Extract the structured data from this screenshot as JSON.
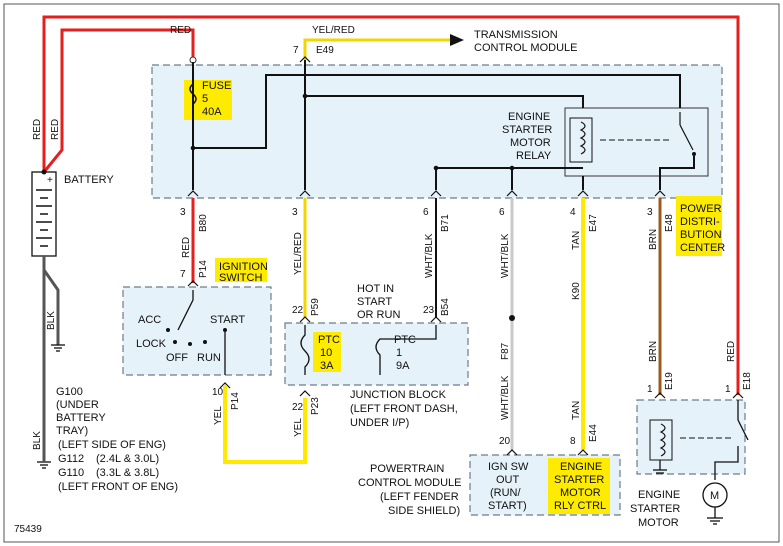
{
  "wires": {
    "red_top": "RED",
    "red_left_a": "RED",
    "red_left_b": "RED",
    "yel_red_top": "YEL/RED",
    "red_p14": "RED",
    "yel_red_p59": "YEL/RED",
    "wht_blk_b71": "WHT/BLK",
    "wht_blk_gray": "WHT/BLK",
    "tan_e47": "TAN",
    "brn_e48": "BRN",
    "blk_battery": "BLK",
    "blk_ground": "BLK",
    "yel_p14": "YEL",
    "yel_p23": "YEL",
    "wht_blk_f87": "WHT/BLK",
    "tan_e44": "TAN",
    "brn_e19": "BRN",
    "red_e18": "RED"
  },
  "connectors": {
    "e49_pin": "7",
    "e49": "E49",
    "b80_pin": "3",
    "b80": "B80",
    "p59top_pin": "3",
    "b71_pin": "6",
    "b71": "B71",
    "gray_pin": "6",
    "e47_pin": "4",
    "e47": "E47",
    "e48_pin": "3",
    "e48": "E48",
    "p14_pin": "7",
    "p14": "P14",
    "p59_pin": "22",
    "p59": "P59",
    "b54_pin": "23",
    "b54": "B54",
    "k90": "K90",
    "f87": "F87",
    "p14b_pin": "10",
    "p14b": "P14",
    "p23_pin": "22",
    "p23": "P23",
    "pcm_pin20": "20",
    "e44_pin": "8",
    "e44": "E44",
    "e19_pin": "1",
    "e19": "E19",
    "e18_pin": "1",
    "e18": "E18"
  },
  "components": {
    "tcm_line1": "TRANSMISSION",
    "tcm_line2": "CONTROL MODULE",
    "fuse5_l1": "FUSE",
    "fuse5_l2": "5",
    "fuse5_l3": "40A",
    "relay_l1": "ENGINE",
    "relay_l2": "STARTER",
    "relay_l3": "MOTOR",
    "relay_l4": "RELAY",
    "battery": "BATTERY",
    "pdc_l1": "POWER",
    "pdc_l2": "DISTRI-",
    "pdc_l3": "BUTION",
    "pdc_l4": "CENTER",
    "ign_l1": "IGNITION",
    "ign_l2": "SWITCH",
    "acc": "ACC",
    "lock": "LOCK",
    "off": "OFF",
    "start": "START",
    "run": "RUN",
    "hot_l1": "HOT IN",
    "hot_l2": "START",
    "hot_l3": "OR RUN",
    "ptc10_l1": "PTC",
    "ptc10_l2": "10",
    "ptc10_l3": "3A",
    "ptc1_l1": "PTC",
    "ptc1_l2": "1",
    "ptc1_l3": "9A",
    "jb_l1": "JUNCTION BLOCK",
    "jb_l2": "(LEFT FRONT DASH,",
    "jb_l3": "UNDER I/P)",
    "g100_l1": "G100",
    "g100_l2": "(UNDER",
    "g100_l3": "BATTERY",
    "g100_l4": "TRAY)",
    "gnd_l1": "(LEFT SIDE OF ENG)",
    "gnd_l2": "G112",
    "gnd_l2b": "(2.4L & 3.0L)",
    "gnd_l3": "G110",
    "gnd_l3b": "(3.3L & 3.8L)",
    "gnd_l4": "(LEFT FRONT OF ENG)",
    "pcm_l1": "POWERTRAIN",
    "pcm_l2": "CONTROL MODULE",
    "pcm_l3": "(LEFT FENDER",
    "pcm_l4": "SIDE SHIELD)",
    "ignout_l1": "IGN SW",
    "ignout_l2": "OUT",
    "ignout_l3": "(RUN/",
    "ignout_l4": "START)",
    "esm_l1": "ENGINE",
    "esm_l2": "STARTER",
    "esm_l3": "MOTOR",
    "esm_l4": "RLY CTRL",
    "motor_l1": "ENGINE",
    "motor_l2": "STARTER",
    "motor_l3": "MOTOR",
    "motor_symbol": "M",
    "battery_plus": "+"
  },
  "figure_id": "75439",
  "colors": {
    "red": "#e51e1e",
    "yellow": "#f2d600",
    "highlight": "#ffeb00",
    "brown": "#9c5a1e",
    "gray": "#c9c9c9",
    "box_fill": "#e6f2fa"
  }
}
